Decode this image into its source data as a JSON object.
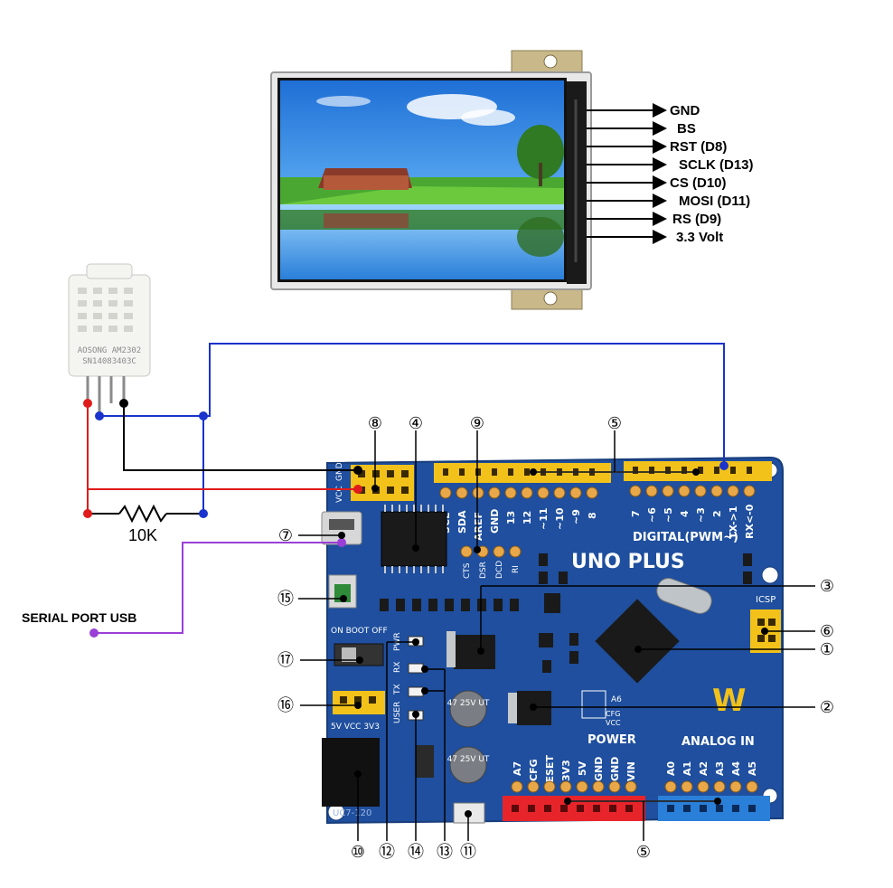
{
  "colors": {
    "board_blue": "#1f4f9e",
    "board_dark": "#173d7a",
    "header_yellow": "#f2c21b",
    "header_red": "#e8242b",
    "header_blue": "#2a7fd8",
    "wire_red": "#e01b1b",
    "wire_blue": "#1a33cc",
    "wire_black": "#000000",
    "wire_purple": "#9a3fd6",
    "pin_text": "#ffffff"
  },
  "lcd_pins": [
    "GND",
    "BS",
    "RST (D8)",
    "SCLK (D13)",
    "CS (D10)",
    "MOSI (D11)",
    "RS (D9)",
    "3.3 Volt"
  ],
  "sensor": {
    "line1": "AOSONG AM2302",
    "line2": "SN14083403C"
  },
  "resistor_label": "10K",
  "serial_label": "SERIAL PORT USB",
  "board": {
    "title": "UNO PLUS",
    "digital_label": "DIGITAL(PWM~)",
    "analog_label": "ANALOG IN",
    "power_label": "POWER",
    "icsp_label": "ICSP",
    "logo": "W",
    "top_left_pins": [
      "SCL",
      "SDA",
      "AREF",
      "GND",
      "13",
      "12",
      "~11",
      "~10",
      "~9",
      "8"
    ],
    "top_right_pins": [
      "7",
      "~6",
      "~5",
      "4",
      "~3",
      "2",
      "TX->1",
      "RX<-0"
    ],
    "power_pins": [
      "A7",
      "CFG",
      "RESET",
      "3V3",
      "5V",
      "GND",
      "GND",
      "VIN"
    ],
    "analog_pins": [
      "A0",
      "A1",
      "A2",
      "A3",
      "A4",
      "A5"
    ],
    "serial_pins": [
      "CTS",
      "DSR",
      "DCD",
      "RI"
    ],
    "left_header": [
      "GND",
      "VCC"
    ],
    "switch_label": "ON BOOT OFF",
    "power_sel_label": "5V VCC 3V3",
    "leds": [
      "PWR",
      "RX",
      "TX",
      "USER"
    ],
    "cap_label": "47 25V UT",
    "crystal_label": "",
    "reg_label": "A6",
    "cfg_labels": [
      "CFG",
      "VCC"
    ],
    "bottom_marking": "UC7-120"
  },
  "callouts": [
    "①",
    "②",
    "③",
    "④",
    "⑤",
    "⑥",
    "⑦",
    "⑧",
    "⑨",
    "⑩",
    "⑪",
    "⑫",
    "⑬",
    "⑭",
    "⑮",
    "⑯",
    "⑰"
  ]
}
